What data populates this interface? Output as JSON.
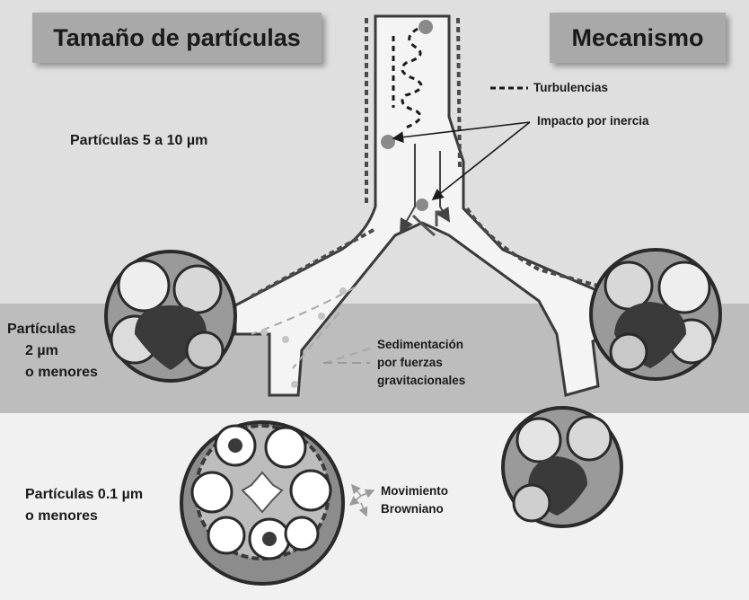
{
  "header": {
    "left_title": "Tamaño de partículas",
    "right_title": "Mecanismo"
  },
  "sizes": {
    "large": "Partículas 5 a 10 µm",
    "medium_line1": "Partículas",
    "medium_line2": "2 µm",
    "medium_line3": "o menores",
    "small_line1": "Partículas 0.1 µm",
    "small_line2": "o menores"
  },
  "mechanisms": {
    "turbulence": "Turbulencias",
    "inertia": "Impacto por inercia",
    "sedimentation_line1": "Sedimentación",
    "sedimentation_line2": "por fuerzas",
    "sedimentation_line3": "gravitacionales",
    "brownian_line1": "Movimiento",
    "brownian_line2": "Browniano"
  },
  "colors": {
    "band_top": "#dfdfdf",
    "band_middle": "#bdbdbd",
    "band_bottom": "#f1f1f1",
    "header_fill": "#a9a9a9",
    "particle": "#8a8a8a"
  }
}
